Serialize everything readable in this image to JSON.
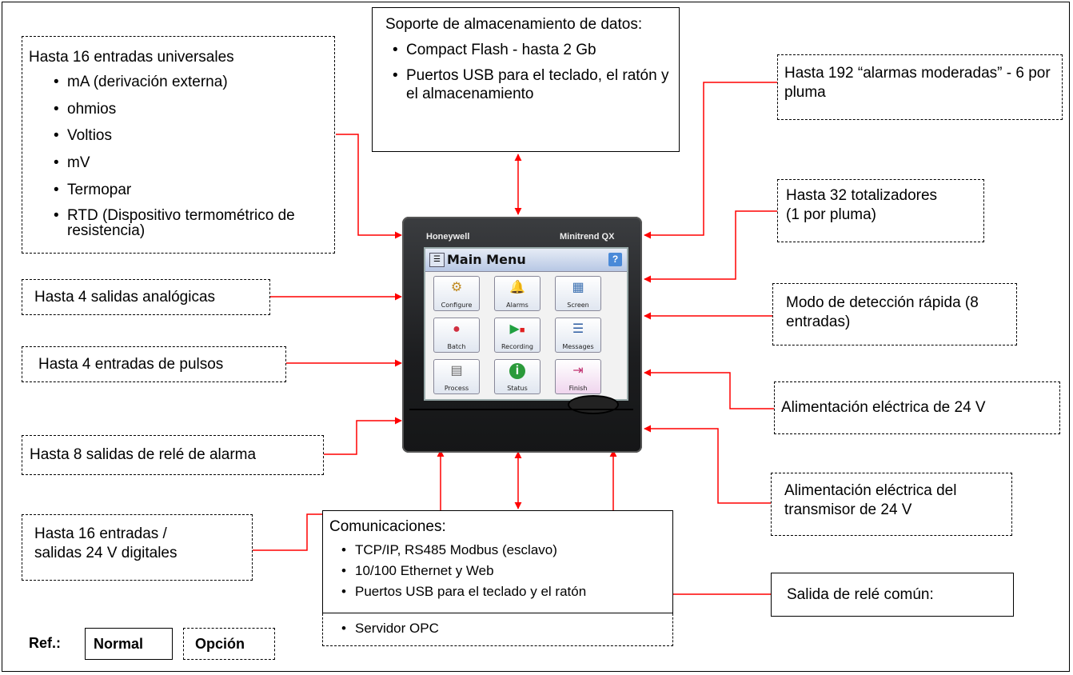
{
  "storage": {
    "title": "Soporte de almacenamiento de datos:",
    "items": [
      "Compact Flash - hasta 2 Gb",
      "Puertos USB para el teclado, el ratón y el almacenamiento"
    ]
  },
  "universal_inputs": {
    "title": "Hasta 16 entradas universales",
    "items": [
      "mA (derivación externa)",
      "ohmios",
      "Voltios",
      "mV",
      "Termopar",
      "RTD (Dispositivo termométrico de resistencia)"
    ]
  },
  "analog_outputs": "Hasta 4 salidas analógicas",
  "pulse_inputs": "Hasta 4 entradas de pulsos",
  "alarm_relays": "Hasta 8 salidas de relé de alarma",
  "digital_io": "Hasta 16 entradas / salidas 24 V digitales",
  "soft_alarms": "Hasta 192 “alarmas moderadas” - 6 por pluma",
  "totalizers": "Hasta 32 totalizadores (1 por pluma)",
  "fast_scan": "Modo de detección rápida (8 entradas)",
  "power_24v": "Alimentación eléctrica de 24 V",
  "transmitter_power": "Alimentación eléctrica del transmisor de 24 V",
  "common_relay": "Salida de relé común:",
  "comms": {
    "title": "Comunicaciones:",
    "items": [
      "TCP/IP, RS485 Modbus (esclavo)",
      "10/100 Ethernet y Web",
      "Puertos USB para el teclado y el ratón"
    ],
    "option_item": "Servidor OPC"
  },
  "legend": {
    "ref": "Ref.:",
    "normal": "Normal",
    "option": "Opción"
  },
  "device": {
    "brand": "Honeywell",
    "model": "Minitrend QX",
    "menu_title": "Main Menu",
    "help": "?",
    "tiles": [
      {
        "label": "Configure",
        "icon": "configure-icon"
      },
      {
        "label": "Alarms",
        "icon": "bell-icon"
      },
      {
        "label": "Screen",
        "icon": "screen-icon"
      },
      {
        "label": "Batch",
        "icon": "batch-icon"
      },
      {
        "label": "Recording",
        "icon": "recording-icon"
      },
      {
        "label": "Messages",
        "icon": "messages-icon"
      },
      {
        "label": "Process",
        "icon": "calculator-icon"
      },
      {
        "label": "Status",
        "icon": "info-icon"
      },
      {
        "label": "Finish",
        "icon": "exit-icon"
      }
    ]
  },
  "colors": {
    "arrow": "#ff0000",
    "outline": "#000000"
  }
}
